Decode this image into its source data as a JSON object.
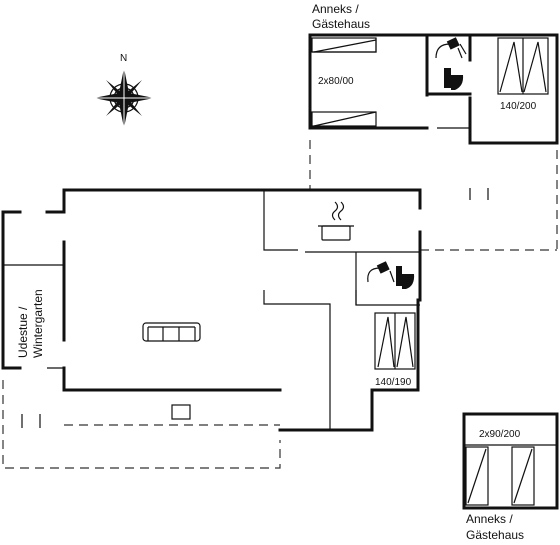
{
  "labels": {
    "annex_top_title": [
      "Anneks /",
      "Gästehaus"
    ],
    "annex_top_bed1": "2x80/00",
    "annex_top_bed2": "140/200",
    "main_bed": "140/190",
    "wintergarden": [
      "Udestue /",
      "Wintergarten"
    ],
    "annex_bottom_bed": "2x90/200",
    "annex_bottom_title": [
      "Anneks /",
      "Gästehaus"
    ],
    "compass_north": "N"
  },
  "icons": [
    "compass-rose-icon",
    "sofa-icon",
    "cooking-pot-icon",
    "shower-icon",
    "toilet-icon",
    "bed-icon"
  ],
  "colors": {
    "line": "#111111",
    "background": "#ffffff"
  }
}
